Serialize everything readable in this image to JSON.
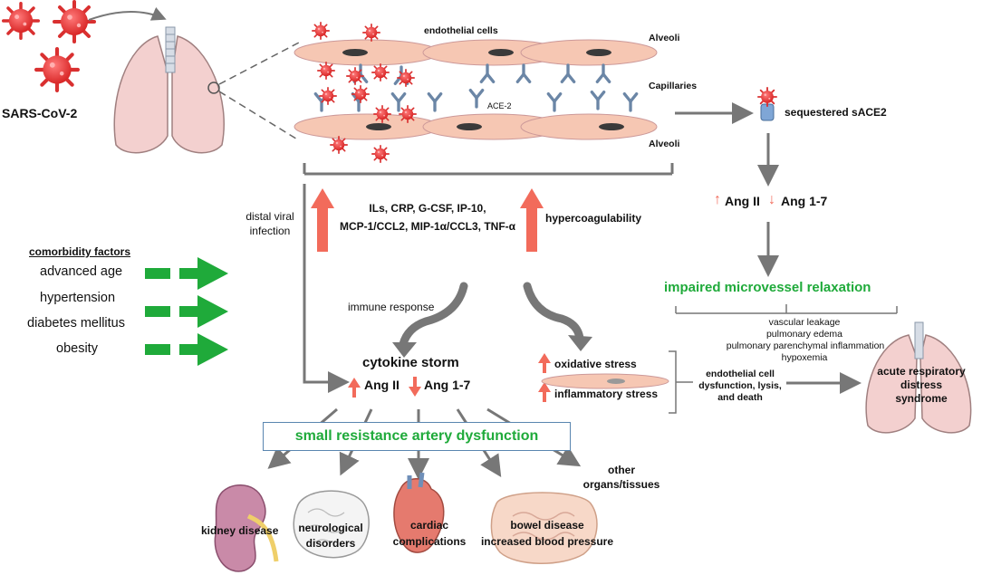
{
  "virus_label": "SARS-CoV-2",
  "tissue": {
    "endothelial_cells": "endothelial  cells",
    "alveoli_top": "Alveoli",
    "capillaries": "Capillaries",
    "alveoli_bottom": "Alveoli",
    "ace2": "ACE-2"
  },
  "sequestered": "sequestered sACE2",
  "right_path": {
    "ang_ii": "Ang II",
    "ang_17": "Ang 1-7",
    "impaired": "impaired microvessel relaxation",
    "effects": [
      "vascular leakage",
      "pulmonary edema",
      "pulmonary parenchymal inflammation",
      "hypoxemia"
    ],
    "endo_dysfunction": [
      "endothelial cell",
      "dysfunction,  lysis,",
      "and  death"
    ],
    "ards": [
      "acute respiratory",
      "distress",
      "syndrome"
    ]
  },
  "middle": {
    "distal": [
      "distal viral",
      "infection"
    ],
    "cytokines": [
      "ILs, CRP, G-CSF, IP-10,",
      "MCP-1/CCL2, MIP-1α/CCL3, TNF-α"
    ],
    "hypercoag": "hypercoagulability",
    "immune": "immune  response",
    "storm": "cytokine storm",
    "ang_ii": "Ang II",
    "ang_17": "Ang 1-7",
    "oxidative": "oxidative stress",
    "inflammatory": "inflammatory stress"
  },
  "comorbidity": {
    "heading": "comorbidity factors",
    "items": [
      "advanced age",
      "hypertension",
      "diabetes mellitus",
      "obesity"
    ]
  },
  "small_resistance": "small resistance artery dysfunction",
  "organs": {
    "kidney": "kidney disease",
    "neuro": [
      "neurological",
      "disorders"
    ],
    "cardiac": [
      "cardiac",
      "complications"
    ],
    "bowel": [
      "bowel disease",
      "increased blood pressure"
    ],
    "other": [
      "other",
      "organs/tissues"
    ]
  },
  "colors": {
    "red_arrow": "#f26b5b",
    "green_arrow": "#1faa3a",
    "gray_arrow": "#777777",
    "cell": "#f6c7b3",
    "virus": "#e83b3b",
    "receptor": "#7b95b2",
    "lung": "#f3d0cf"
  }
}
